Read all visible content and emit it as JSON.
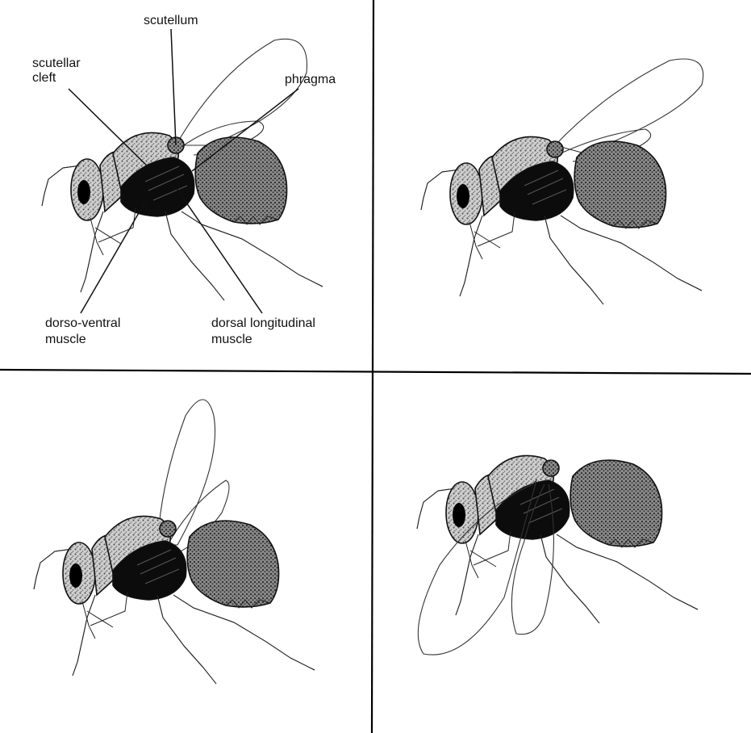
{
  "labels": {
    "scutellum": "scutellum",
    "scutellar_cleft_1": "scutellar",
    "scutellar_cleft_2": "cleft",
    "phragma": "phragma",
    "dorso_ventral_1": "dorso-ventral",
    "dorso_ventral_2": "muscle",
    "dorsal_longitudinal_1": "dorsal longitudinal",
    "dorsal_longitudinal_2": "muscle"
  },
  "colors": {
    "ink": "#111111",
    "stipple": "#9a9a9a",
    "muscle": "#0c0c0c",
    "background": "#ffffff"
  }
}
